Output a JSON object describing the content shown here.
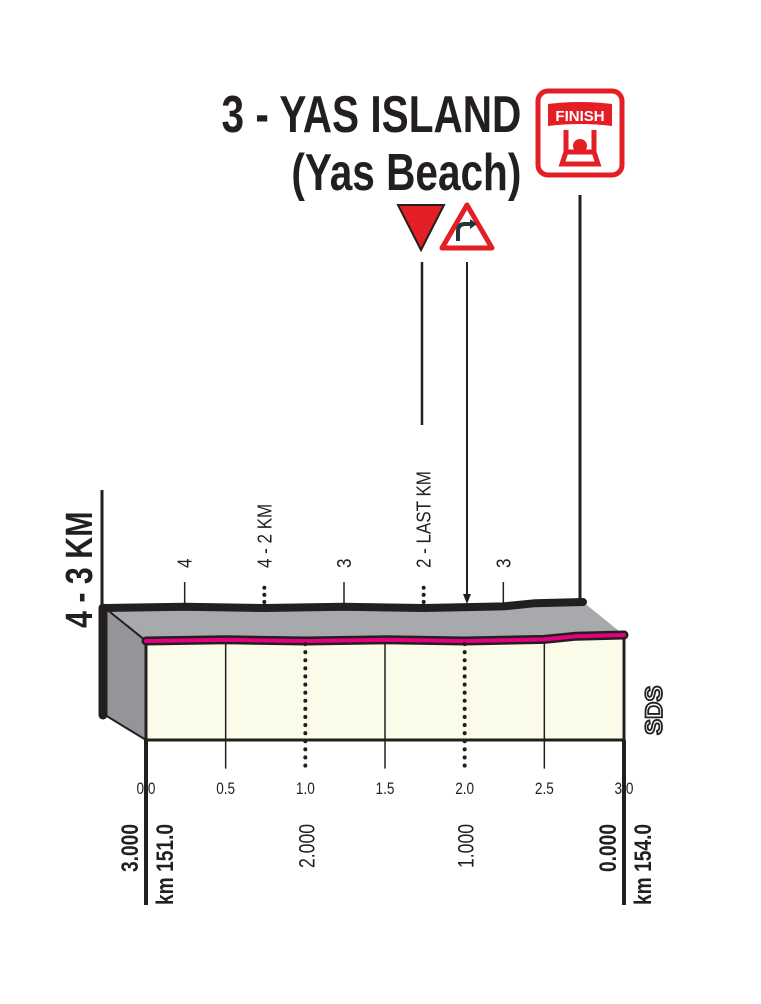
{
  "header": {
    "title": "3 - YAS ISLAND",
    "subtitle": "(Yas Beach)",
    "finish_label": "FINISH"
  },
  "section_label": "4 - 3 KM",
  "logo": "SDS",
  "colors": {
    "accent": "#e5007e",
    "finish_red": "#e31e24",
    "profile_fill": "#fbfbea",
    "profile_top": "#a7a9ac",
    "ink": "#231f20"
  },
  "chart_data": {
    "type": "area",
    "title": "3 - YAS ISLAND (Yas Beach)",
    "xlabel": "km",
    "xlim": [
      0,
      3.0
    ],
    "x_ticks": [
      "0.0",
      "0.5",
      "1.0",
      "1.5",
      "2.0",
      "2.5",
      "3.0"
    ],
    "x_tick_values": [
      0,
      0.5,
      1.0,
      1.5,
      2.0,
      2.5,
      3.0
    ],
    "profile": {
      "x": [
        0,
        0.5,
        1.0,
        1.5,
        2.0,
        2.5,
        2.7,
        3.0
      ],
      "elevation_rel": [
        0,
        0.3,
        0,
        0.3,
        0,
        0.4,
        1.2,
        1.5
      ]
    },
    "km_to_go": [
      {
        "km": 0,
        "label": "3.000"
      },
      {
        "km": 1.0,
        "label": "2.000"
      },
      {
        "km": 2.0,
        "label": "1.000"
      },
      {
        "km": 3.0,
        "label": "0.000"
      }
    ],
    "km_race": [
      {
        "km": 0,
        "label": "km 151.0"
      },
      {
        "km": 3.0,
        "label": "km 154.0"
      }
    ],
    "road_lanes": [
      {
        "km": 0.5,
        "label": "4",
        "dotted": false
      },
      {
        "km": 1.0,
        "label": "4 - 2 KM",
        "dotted": true
      },
      {
        "km": 1.5,
        "label": "3",
        "dotted": false
      },
      {
        "km": 2.0,
        "label": "2 - LAST KM",
        "dotted": true
      },
      {
        "km": 2.5,
        "label": "3",
        "dotted": false
      }
    ],
    "markers": [
      {
        "km": 2.0,
        "type": "last-km-flag"
      },
      {
        "km": 2.28,
        "type": "curve-warning"
      },
      {
        "km": 3.0,
        "type": "finish"
      }
    ]
  }
}
